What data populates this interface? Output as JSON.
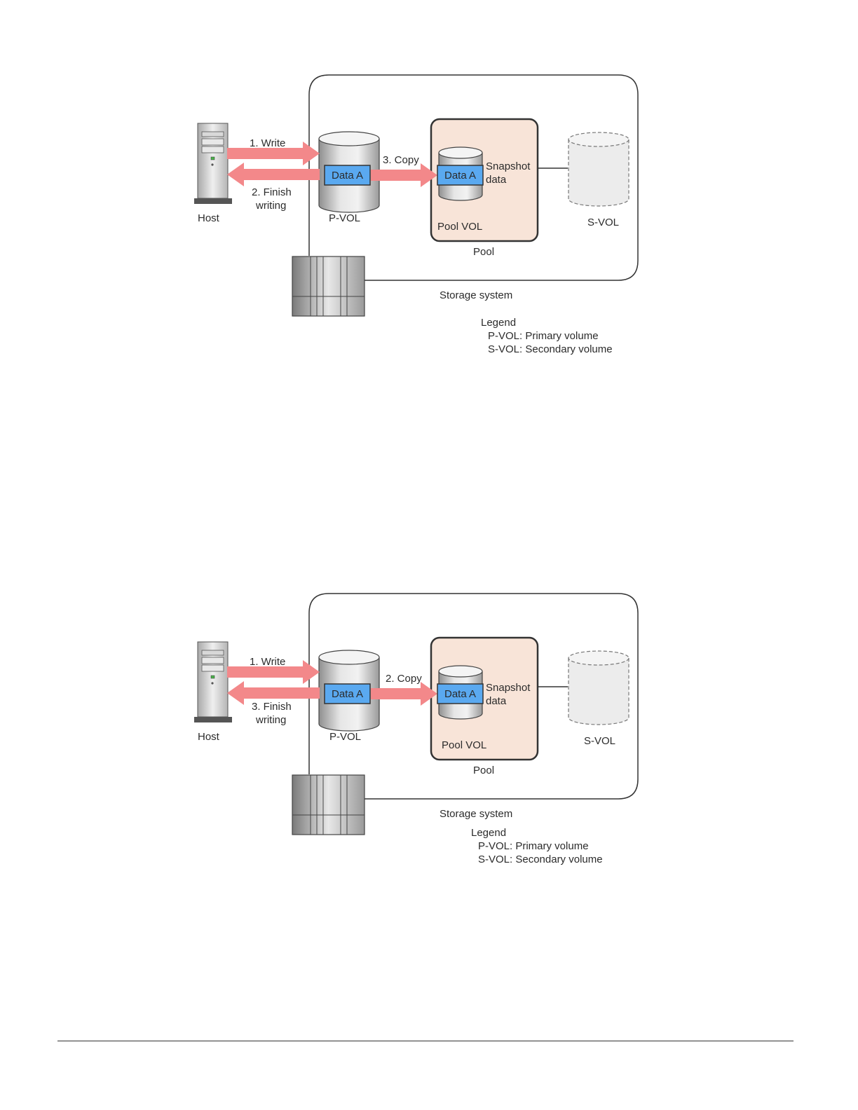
{
  "colors": {
    "arrow": "#f3888a",
    "data_box": "#5aa9f0",
    "pool_fill": "#f8e4d8",
    "svol_fill": "#ececec",
    "line": "#333333"
  },
  "diagrams": [
    {
      "write_label": "1. Write",
      "finish_label_1": "2. Finish",
      "finish_label_2": "writing",
      "copy_label": "3. Copy",
      "host_label": "Host",
      "pvol_label": "P-VOL",
      "pvol_data_label": "Data A",
      "pool_data_label": "Data A",
      "snapshot_label_1": "Snapshot",
      "snapshot_label_2": "data",
      "pool_vol_label": "Pool VOL",
      "pool_label": "Pool",
      "svol_label": "S-VOL",
      "storage_label": "Storage system",
      "legend_title": "Legend",
      "legend_pvol": "P-VOL: Primary volume",
      "legend_svol": "S-VOL: Secondary volume"
    },
    {
      "write_label": "1. Write",
      "finish_label_1": "3. Finish",
      "finish_label_2": "writing",
      "copy_label": "2. Copy",
      "host_label": "Host",
      "pvol_label": "P-VOL",
      "pvol_data_label": "Data A",
      "pool_data_label": "Data A",
      "snapshot_label_1": "Snapshot",
      "snapshot_label_2": "data",
      "pool_vol_label": "Pool VOL",
      "pool_label": "Pool",
      "svol_label": "S-VOL",
      "storage_label": "Storage system",
      "legend_title": "Legend",
      "legend_pvol": "P-VOL: Primary volume",
      "legend_svol": "S-VOL: Secondary volume"
    }
  ]
}
